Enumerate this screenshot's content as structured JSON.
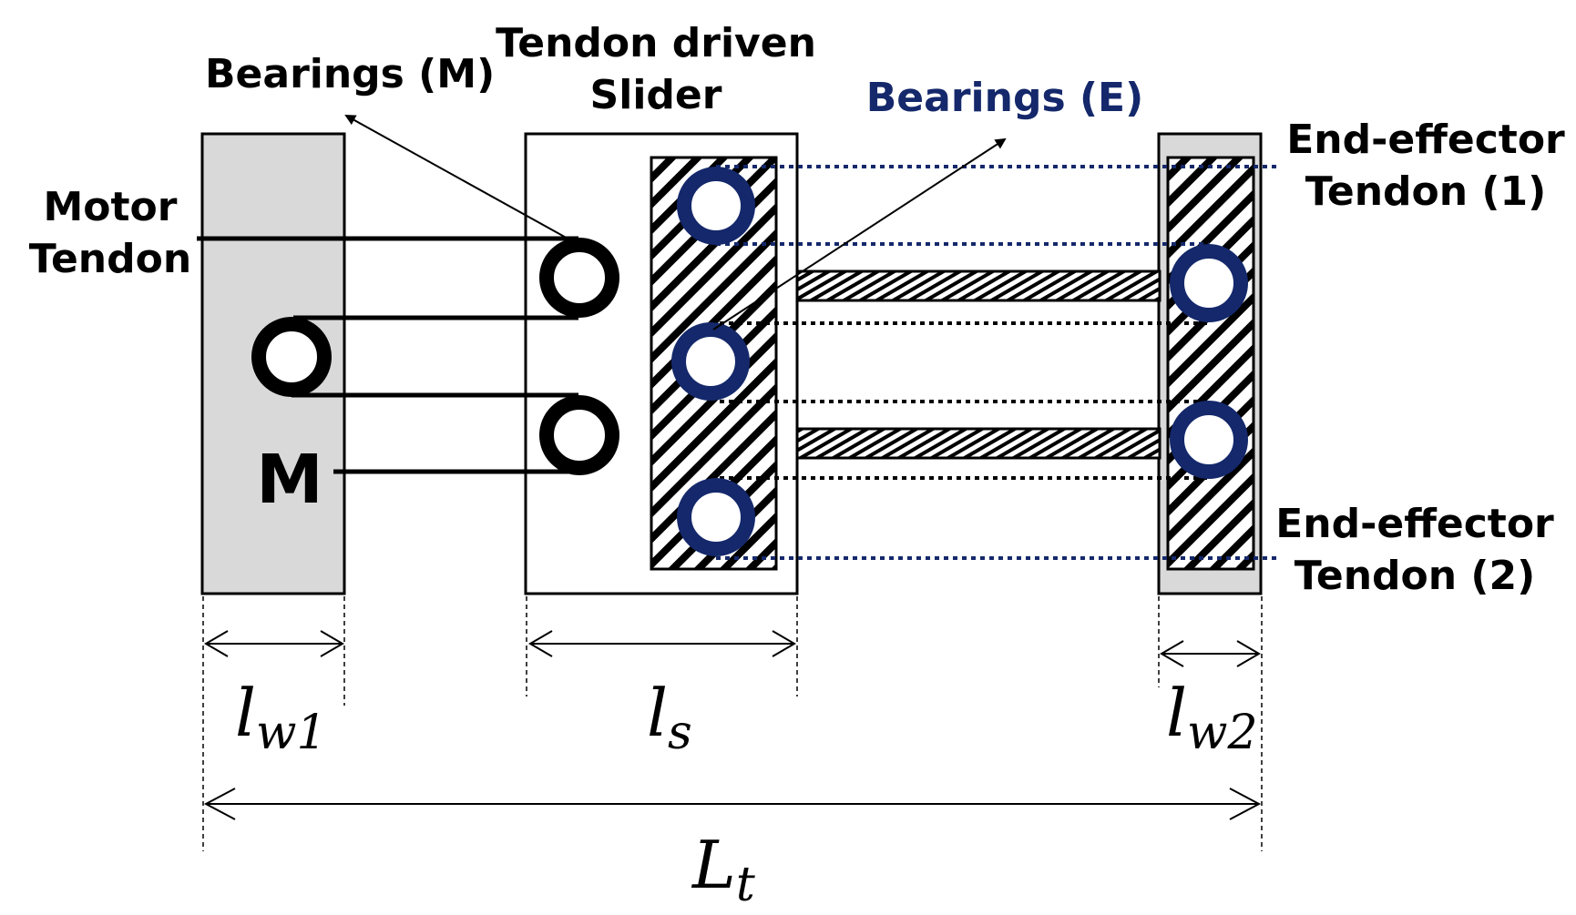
{
  "labels": {
    "bearings_m": "Bearings (M)",
    "tendon_driven_l1": "Tendon driven",
    "tendon_driven_l2": "Slider",
    "bearings_e": "Bearings (E)",
    "motor_tendon_l1": "Motor",
    "motor_tendon_l2": "Tendon",
    "ee_tendon1_l1": "End-effector",
    "ee_tendon1_l2": "Tendon (1)",
    "ee_tendon2_l1": "End-effector",
    "ee_tendon2_l2": "Tendon (2)",
    "motor_symbol": "M"
  },
  "dimensions": {
    "lw1_base": "l",
    "lw1_sub": "w1",
    "ls_base": "l",
    "ls_sub": "s",
    "lw2_base": "l",
    "lw2_sub": "w2",
    "Lt_base": "L",
    "Lt_sub": "t"
  },
  "colors": {
    "blue": "#14286b",
    "gray": "#d9d9d9",
    "black": "#000000"
  }
}
